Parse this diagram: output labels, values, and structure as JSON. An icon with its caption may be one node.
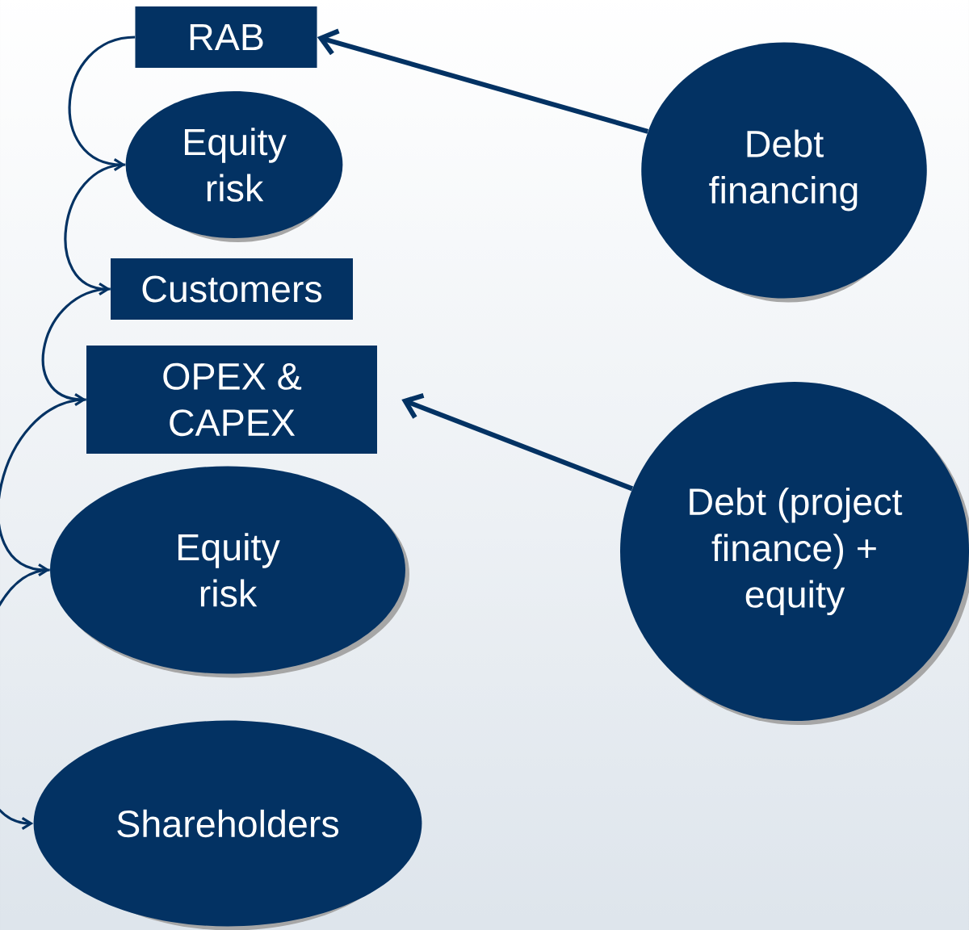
{
  "diagram": {
    "nodes": [
      {
        "text": [
          "RAB"
        ]
      },
      {
        "text": [
          "Equity risk"
        ]
      },
      {
        "text": [
          "Customers"
        ]
      },
      {
        "text": [
          "OPEX & CAPEX"
        ]
      },
      {
        "text": [
          "Equity risk"
        ]
      },
      {
        "text": [
          "Shareholders"
        ]
      },
      {
        "text": [
          "Debt financing"
        ]
      },
      {
        "text": [
          "Debt (project finance) + equity"
        ]
      }
    ],
    "edges": [
      {
        "from": 0,
        "to": 1,
        "arrow": "to"
      },
      {
        "from": 1,
        "to": 2,
        "arrow": "to"
      },
      {
        "from": 2,
        "to": 3,
        "arrow": "to"
      },
      {
        "from": 3,
        "to": 4,
        "arrow": "to"
      },
      {
        "from": 4,
        "to": 5,
        "arrow": "to"
      },
      {
        "from": 6,
        "to": 0,
        "arrow": "to",
        "style": "thick"
      },
      {
        "from": 7,
        "to": 3,
        "arrow": "to",
        "style": "thick"
      }
    ]
  }
}
